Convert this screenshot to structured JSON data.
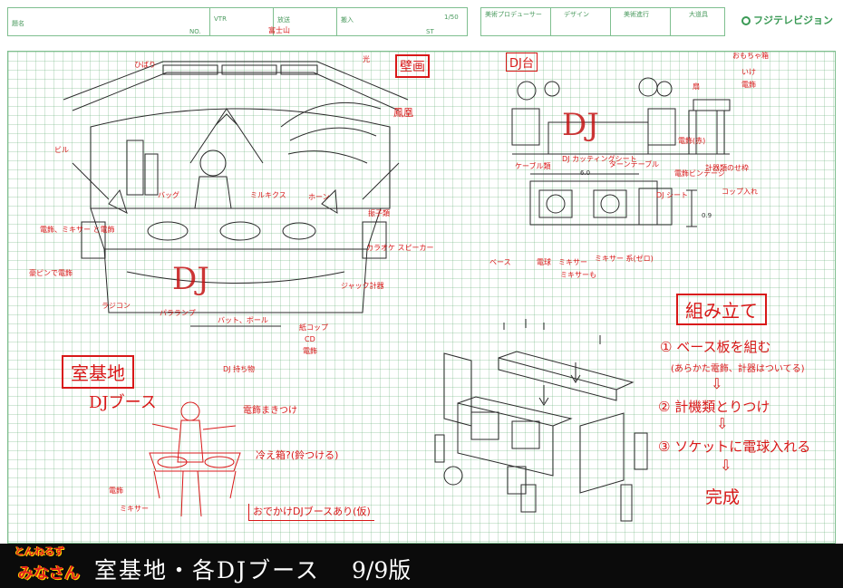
{
  "header": {
    "title_label": "題名",
    "no_label": "NO.",
    "vtr_label": "VTR",
    "broadcast_label": "放送",
    "carry_in_label": "搬入",
    "st_label": "ST",
    "scale": "1/50",
    "art_producer_label": "美術プロデューサー",
    "design_label": "デザイン",
    "art_progress_label": "美術進行",
    "props_label": "大道具",
    "network_logo": "フジテレビジョン"
  },
  "wall_sketch": {
    "section_label": "壁画",
    "annotations": {
      "hibari": "ひばり",
      "fuji": "富士山",
      "light": "光",
      "phoenix": "鳳凰",
      "building": "ビル",
      "bag": "バッグ",
      "turntable": "ミルキクス",
      "horn": "ホーン",
      "vibration": "振子類",
      "wire_light": "電飾、ミキサー\nと電飾",
      "speaker": "カラオケ\nスピーカー",
      "red_bulb": "豪ピンで電飾",
      "jack": "ジャック計器",
      "radio": "ラジコン",
      "parabola": "パラランプ",
      "bat": "バット、ボール",
      "dj_letters": "DJ 持ち物",
      "cup": "紙コップ",
      "cd": "CD",
      "deco": "電飾"
    }
  },
  "dj_table": {
    "section_label": "DJ台",
    "annotations": {
      "omochan": "おもちゃ箱",
      "it": "いけ",
      "speaker2": "電飾",
      "cable": "ケーブル類",
      "dj_tape": "DJ カッティングシート",
      "turntables": "ターンテーブル",
      "gauges": "計器類のせ枠",
      "cups": "コップ入れ",
      "mixer": "ミキサー\n系(ゼロ)",
      "dj_sheet": "DJ シート",
      "base": "ベース",
      "bulb": "電球",
      "mixer2": "ミキサー",
      "side": "ミキサーも",
      "rear": "電飾ビンテージ",
      "dim": "6.0",
      "height": "0.9",
      "fan": "扇",
      "deco2": "電飾(赤)"
    }
  },
  "room": {
    "title": "室基地",
    "subtitle": "DJブース",
    "notes": {
      "wire": "電飾まきつけ",
      "cooler": "冷え箱?(鈴つける)",
      "bulb": "電飾",
      "mixer": "ミキサー",
      "portable": "おでかけDJブースあり(仮)"
    }
  },
  "assembly": {
    "title": "組み立て",
    "steps": [
      "① ベース板を組む",
      "(あらかた電飾、計器はついてる)",
      "② 計機類とりつけ",
      "③ ソケットに電球入れる"
    ],
    "arrow": "⇩",
    "final": "完成"
  },
  "footer": {
    "show_logo_line1": "とんねるず",
    "show_logo_line2": "みなさん",
    "title": "室基地・各DJブース",
    "version": "9/9版"
  }
}
